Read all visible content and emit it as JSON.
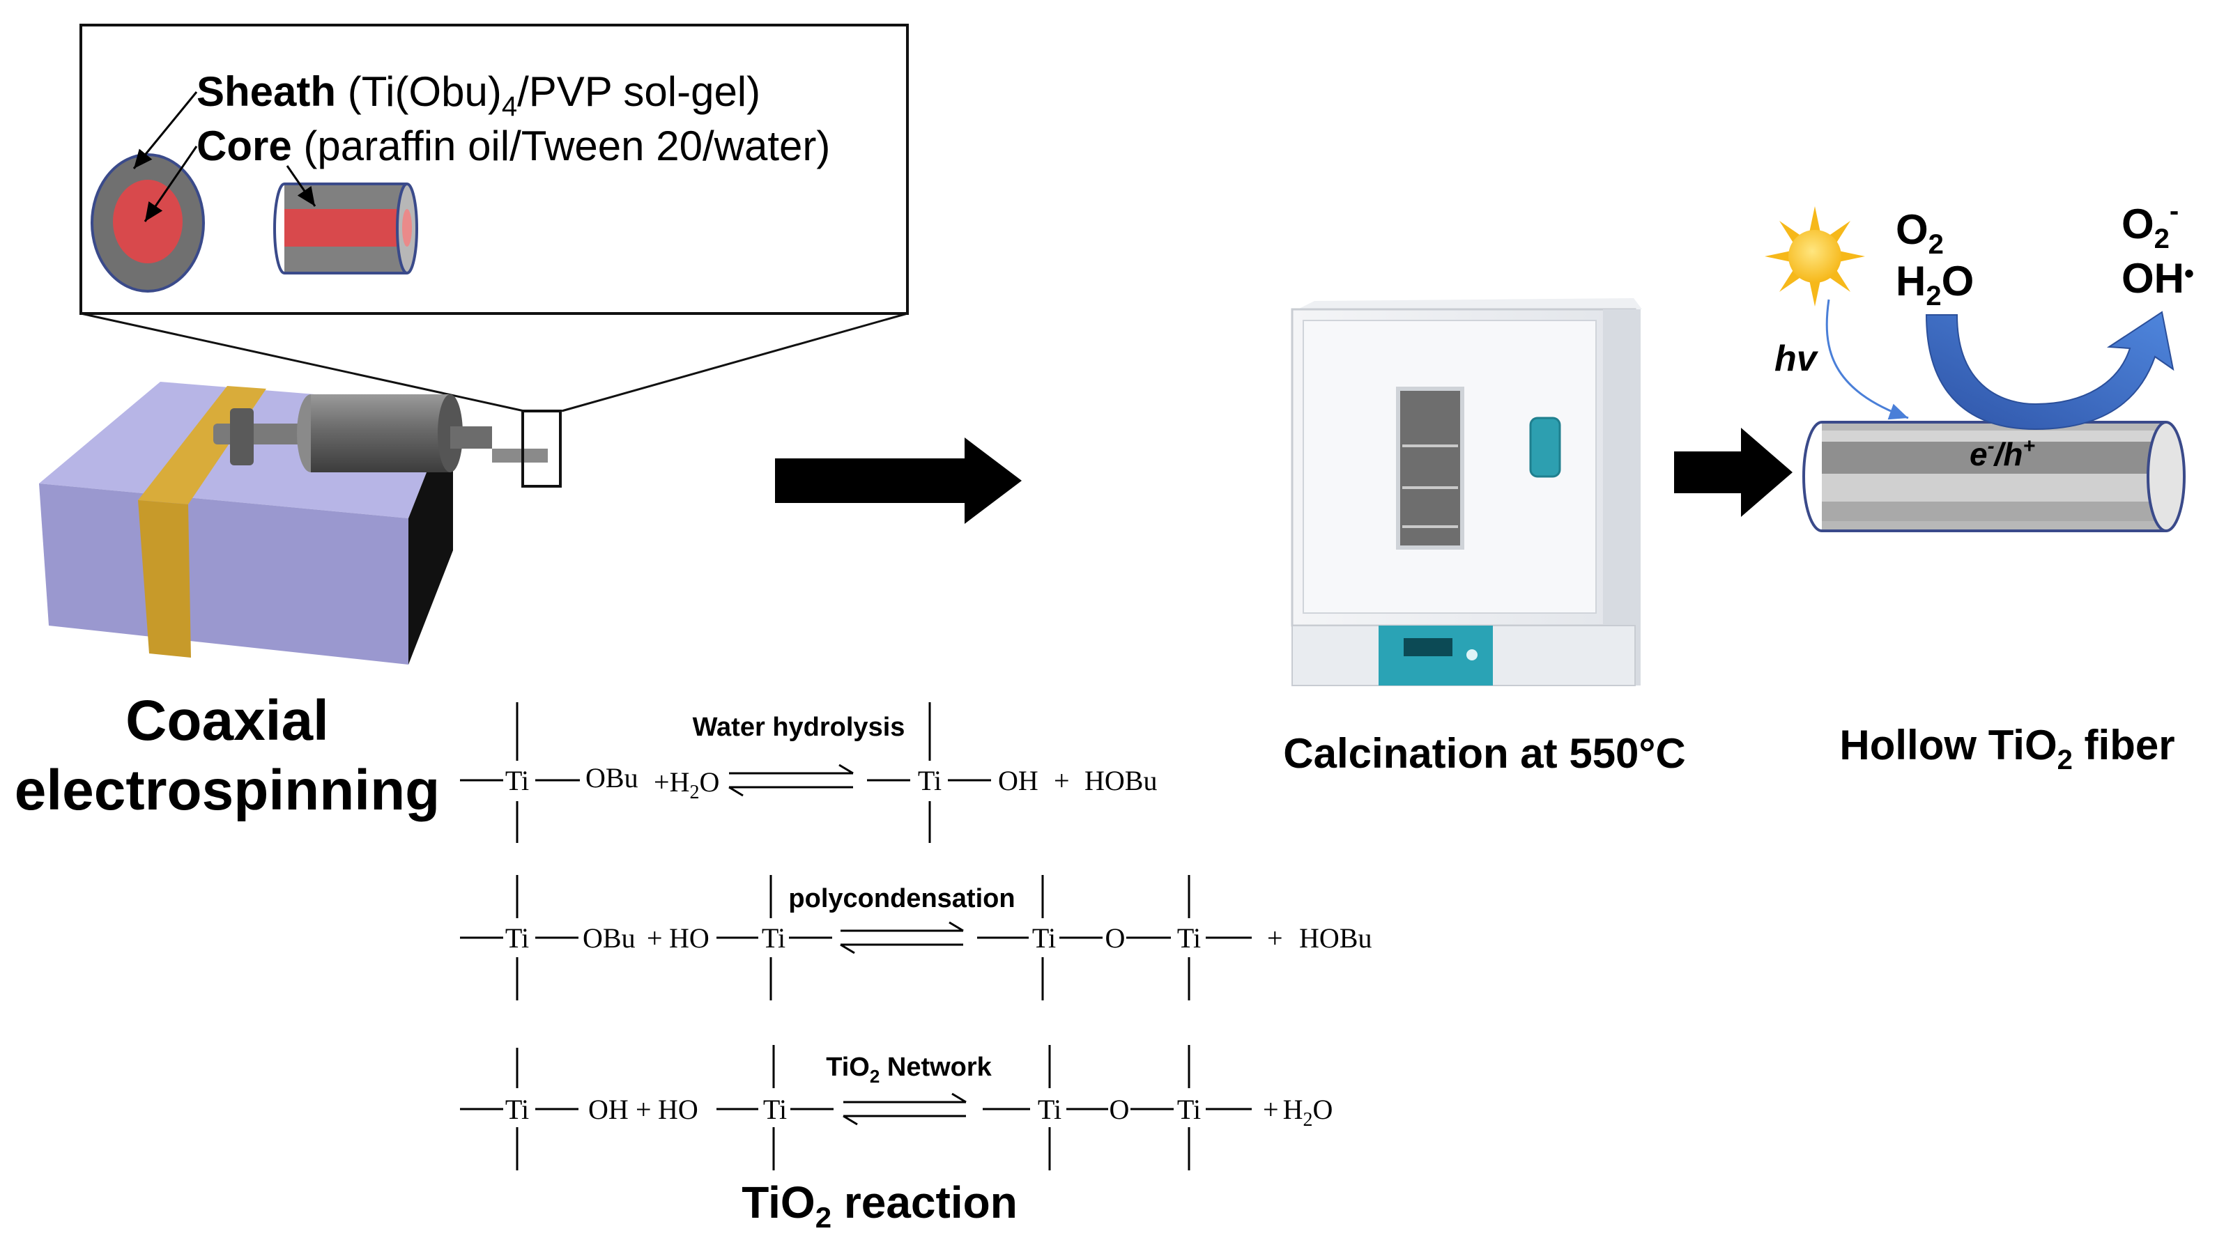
{
  "inset": {
    "sheath_bold": "Sheath",
    "sheath_rest": " (Ti(Obu)",
    "sheath_sub": "4",
    "sheath_tail": "/PVP sol-gel)",
    "core_bold": "Core",
    "core_rest": " (paraffin oil/Tween 20/water)"
  },
  "labels": {
    "coaxial_1": "Coaxial",
    "coaxial_2": "electrospinning",
    "calcination": "Calcination at 550°C",
    "hollow_pre": "Hollow TiO",
    "hollow_sub": "2",
    "hollow_post": " fiber",
    "reaction_pre": "TiO",
    "reaction_sub": "2",
    "reaction_post": " reaction"
  },
  "photocatalysis": {
    "light": "hv",
    "o2": "O",
    "o2_sub": "2",
    "h2o_h": "H",
    "h2o_sub": "2",
    "h2o_o": "O",
    "product_o2": "O",
    "product_o2_sub": "2",
    "product_o2_sup": "-",
    "product_oh": "OH",
    "product_oh_dot": "•",
    "carrier_e": "e",
    "carrier_e_sup": "-",
    "carrier_sep": "/h",
    "carrier_h_sup": "+"
  },
  "reactions": {
    "r1_label": "Water hydrolysis",
    "r2_label": "polycondensation",
    "r3_label_pre": "TiO",
    "r3_label_sub": "2",
    "r3_label_post": " Network",
    "ti": "Ti",
    "obu": "OBu",
    "oh": "OH",
    "ho": "HO",
    "o": "O",
    "plus": "+",
    "h": "H",
    "two": "2",
    "hobu": "HOBu"
  },
  "colors": {
    "box_purple": "#9a98cf",
    "band_gold": "#c79a2a",
    "core_red": "#d8494c",
    "sheath_gray": "#707070",
    "arrow_blue": "#3d6bc4",
    "sun_yellow": "#f6b81a",
    "fiber_gray": "#b8b8b8"
  }
}
